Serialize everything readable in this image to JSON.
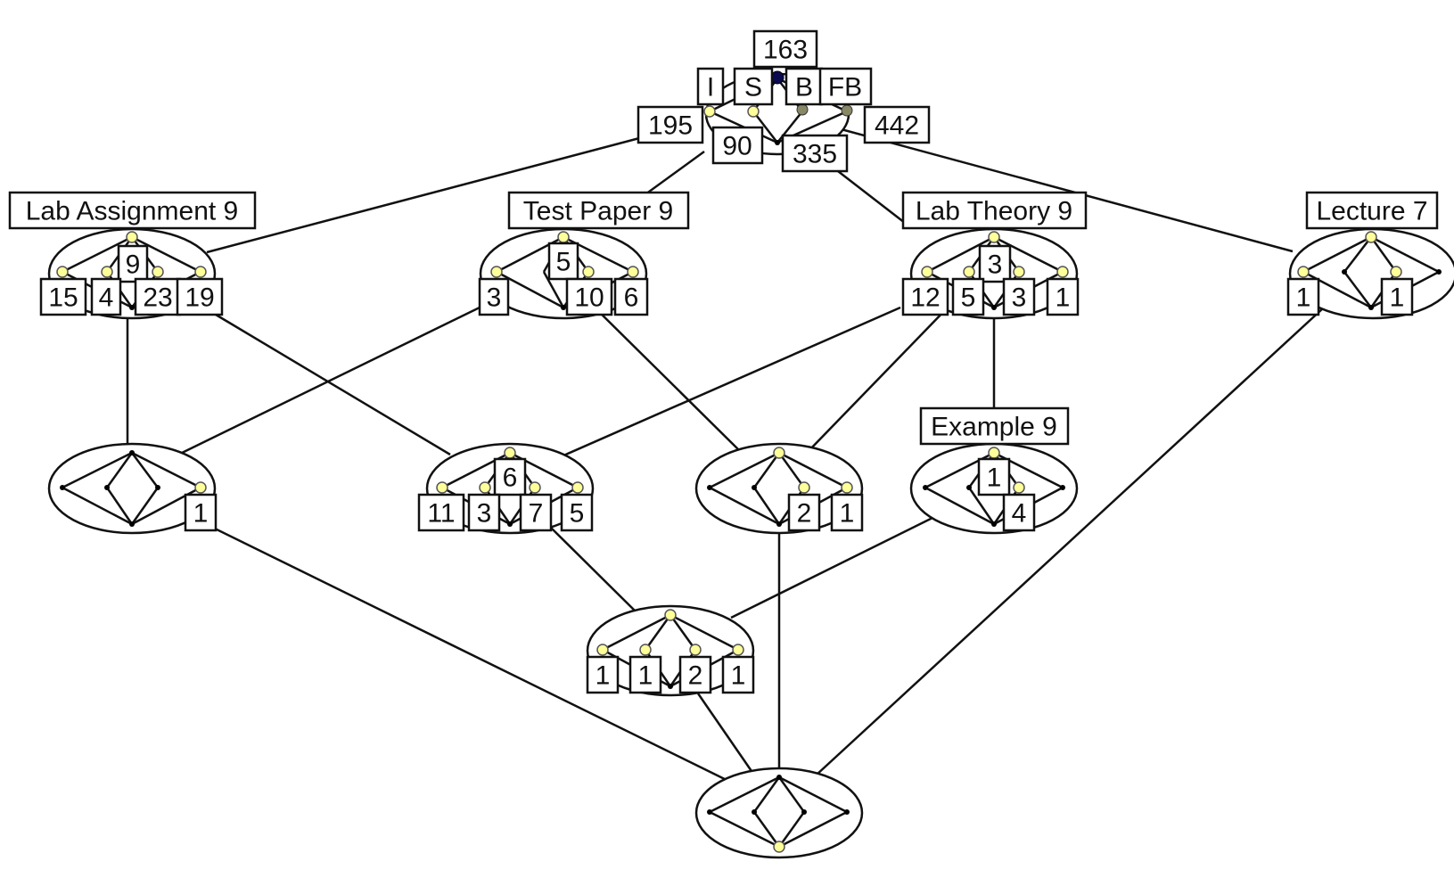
{
  "top": {
    "count": "163",
    "attributes": [
      "I",
      "S",
      "B",
      "FB"
    ],
    "counts": [
      "195",
      "90",
      "335",
      "442"
    ]
  },
  "lab_assignment": {
    "title": "Lab Assignment 9",
    "values": [
      "9",
      "15",
      "4",
      "23",
      "19"
    ]
  },
  "test_paper": {
    "title": "Test Paper 9",
    "values": [
      "5",
      "3",
      "10",
      "6"
    ]
  },
  "lab_theory": {
    "title": "Lab Theory 9",
    "values": [
      "3",
      "12",
      "5",
      "3",
      "1"
    ]
  },
  "lecture": {
    "title": "Lecture 7",
    "values": [
      "1",
      "1"
    ]
  },
  "example": {
    "title": "Example 9",
    "values": [
      "1",
      "4"
    ]
  },
  "mid_left": {
    "values": [
      "1"
    ]
  },
  "mid_center": {
    "values": [
      "6",
      "11",
      "3",
      "7",
      "5"
    ]
  },
  "mid_right": {
    "values": [
      "2",
      "1"
    ]
  },
  "lower": {
    "values": [
      "1",
      "1",
      "2",
      "1"
    ]
  }
}
